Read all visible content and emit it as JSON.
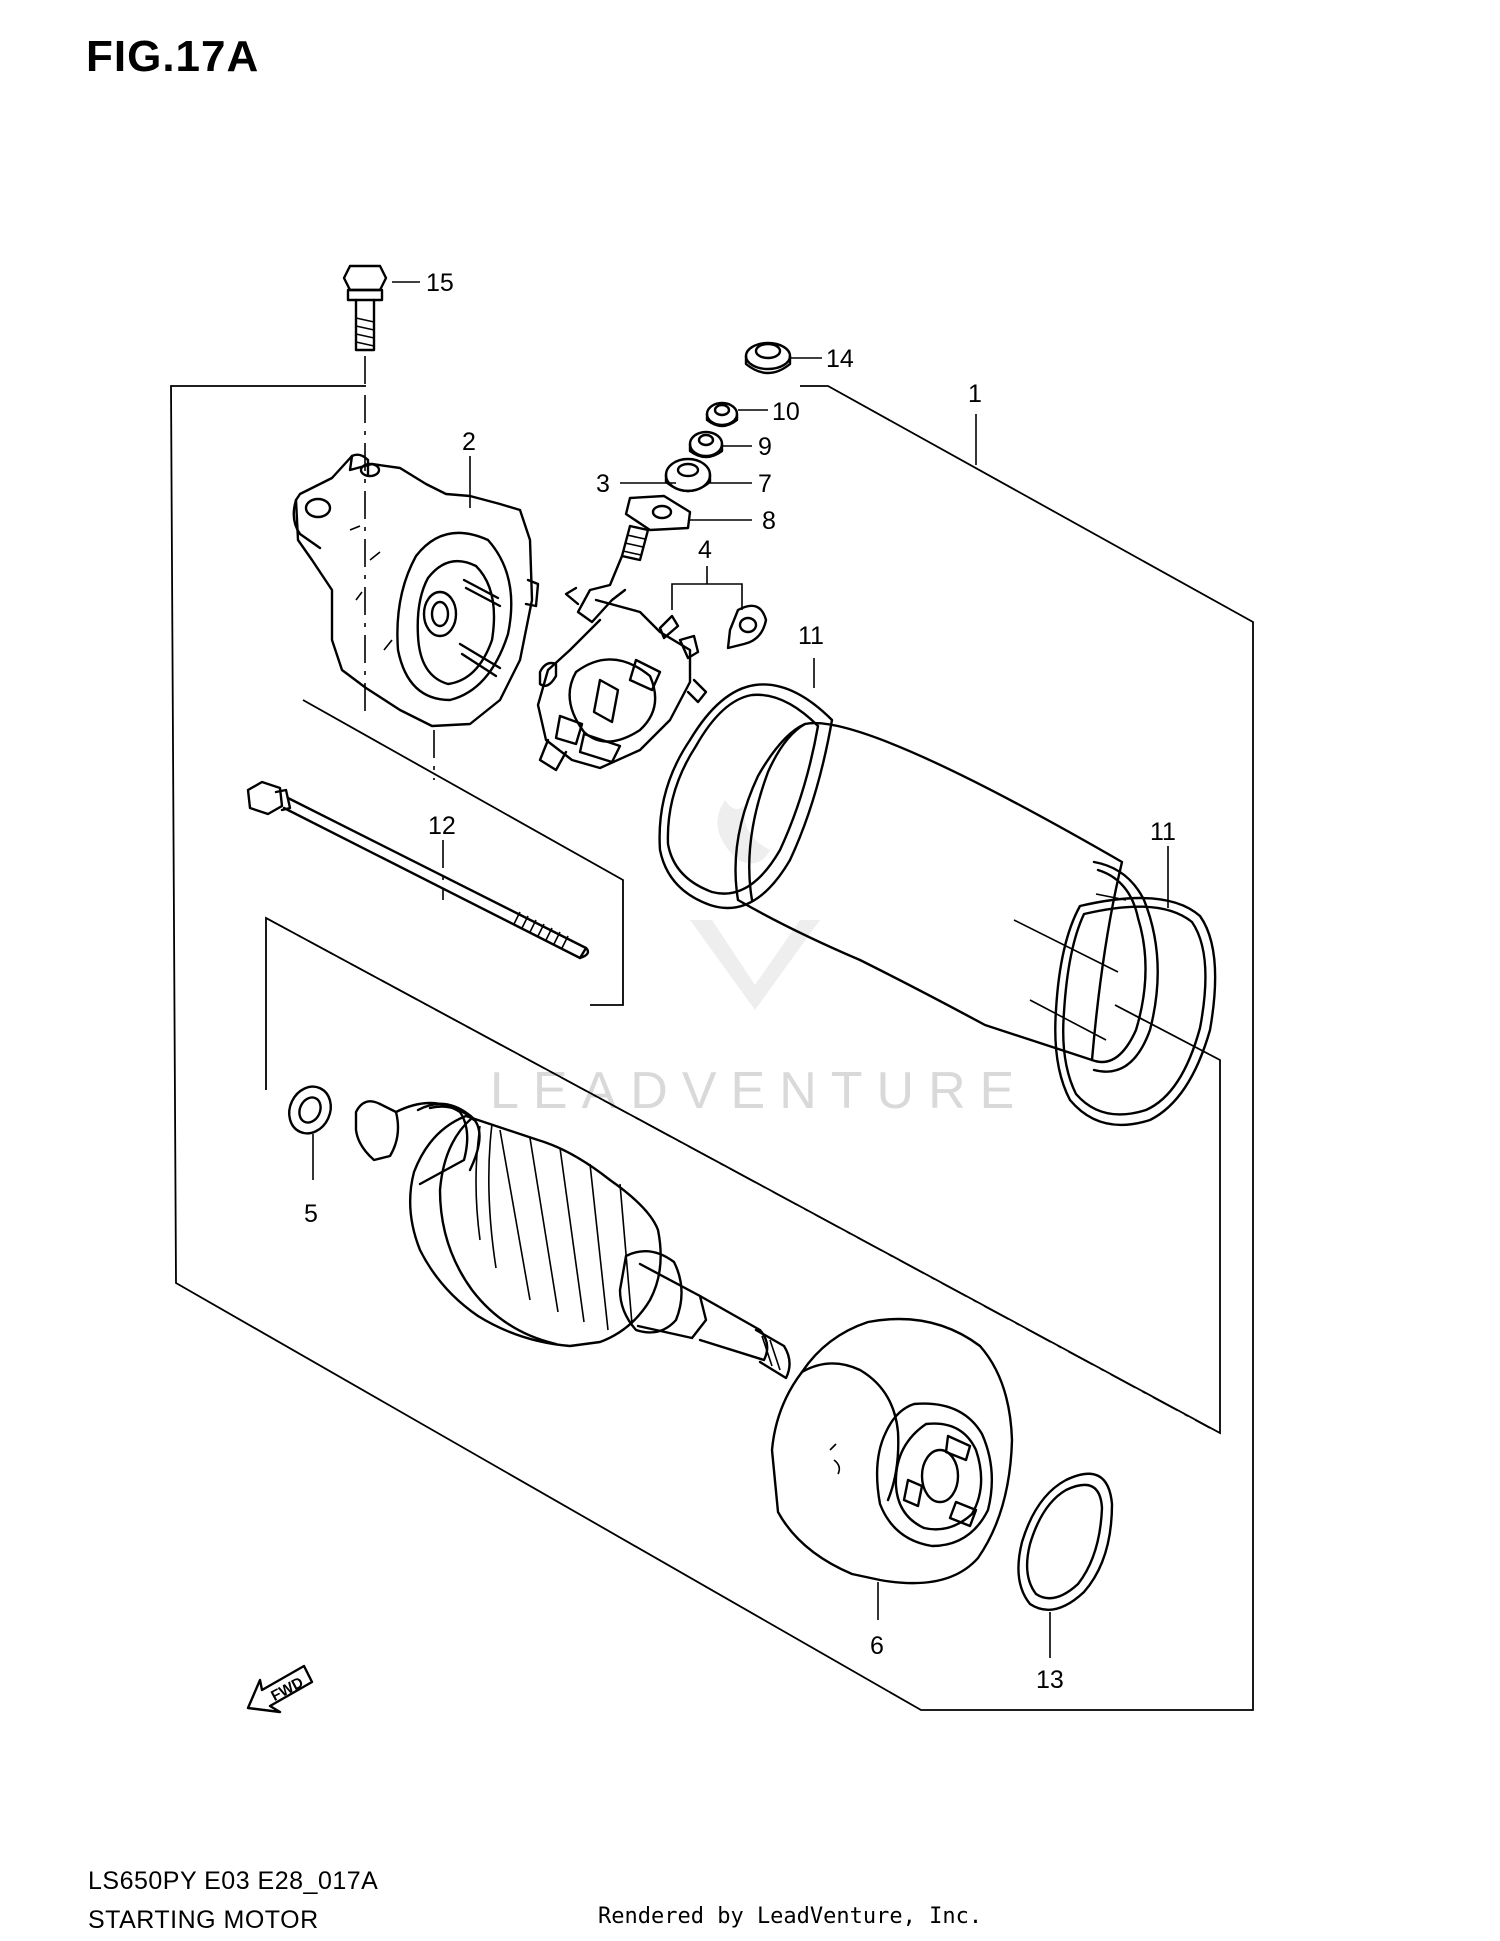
{
  "figure": {
    "title": "FIG.17A"
  },
  "callouts": [
    "15",
    "14",
    "1",
    "10",
    "2",
    "9",
    "3",
    "7",
    "8",
    "4",
    "11",
    "11",
    "12",
    "5",
    "6",
    "13"
  ],
  "direction_marker": "FWD",
  "watermark": "LEADVENTURE",
  "footer": {
    "model_code": "LS650PY E03 E28_017A",
    "section_name": "STARTING MOTOR",
    "credit": "Rendered by LeadVenture, Inc."
  }
}
